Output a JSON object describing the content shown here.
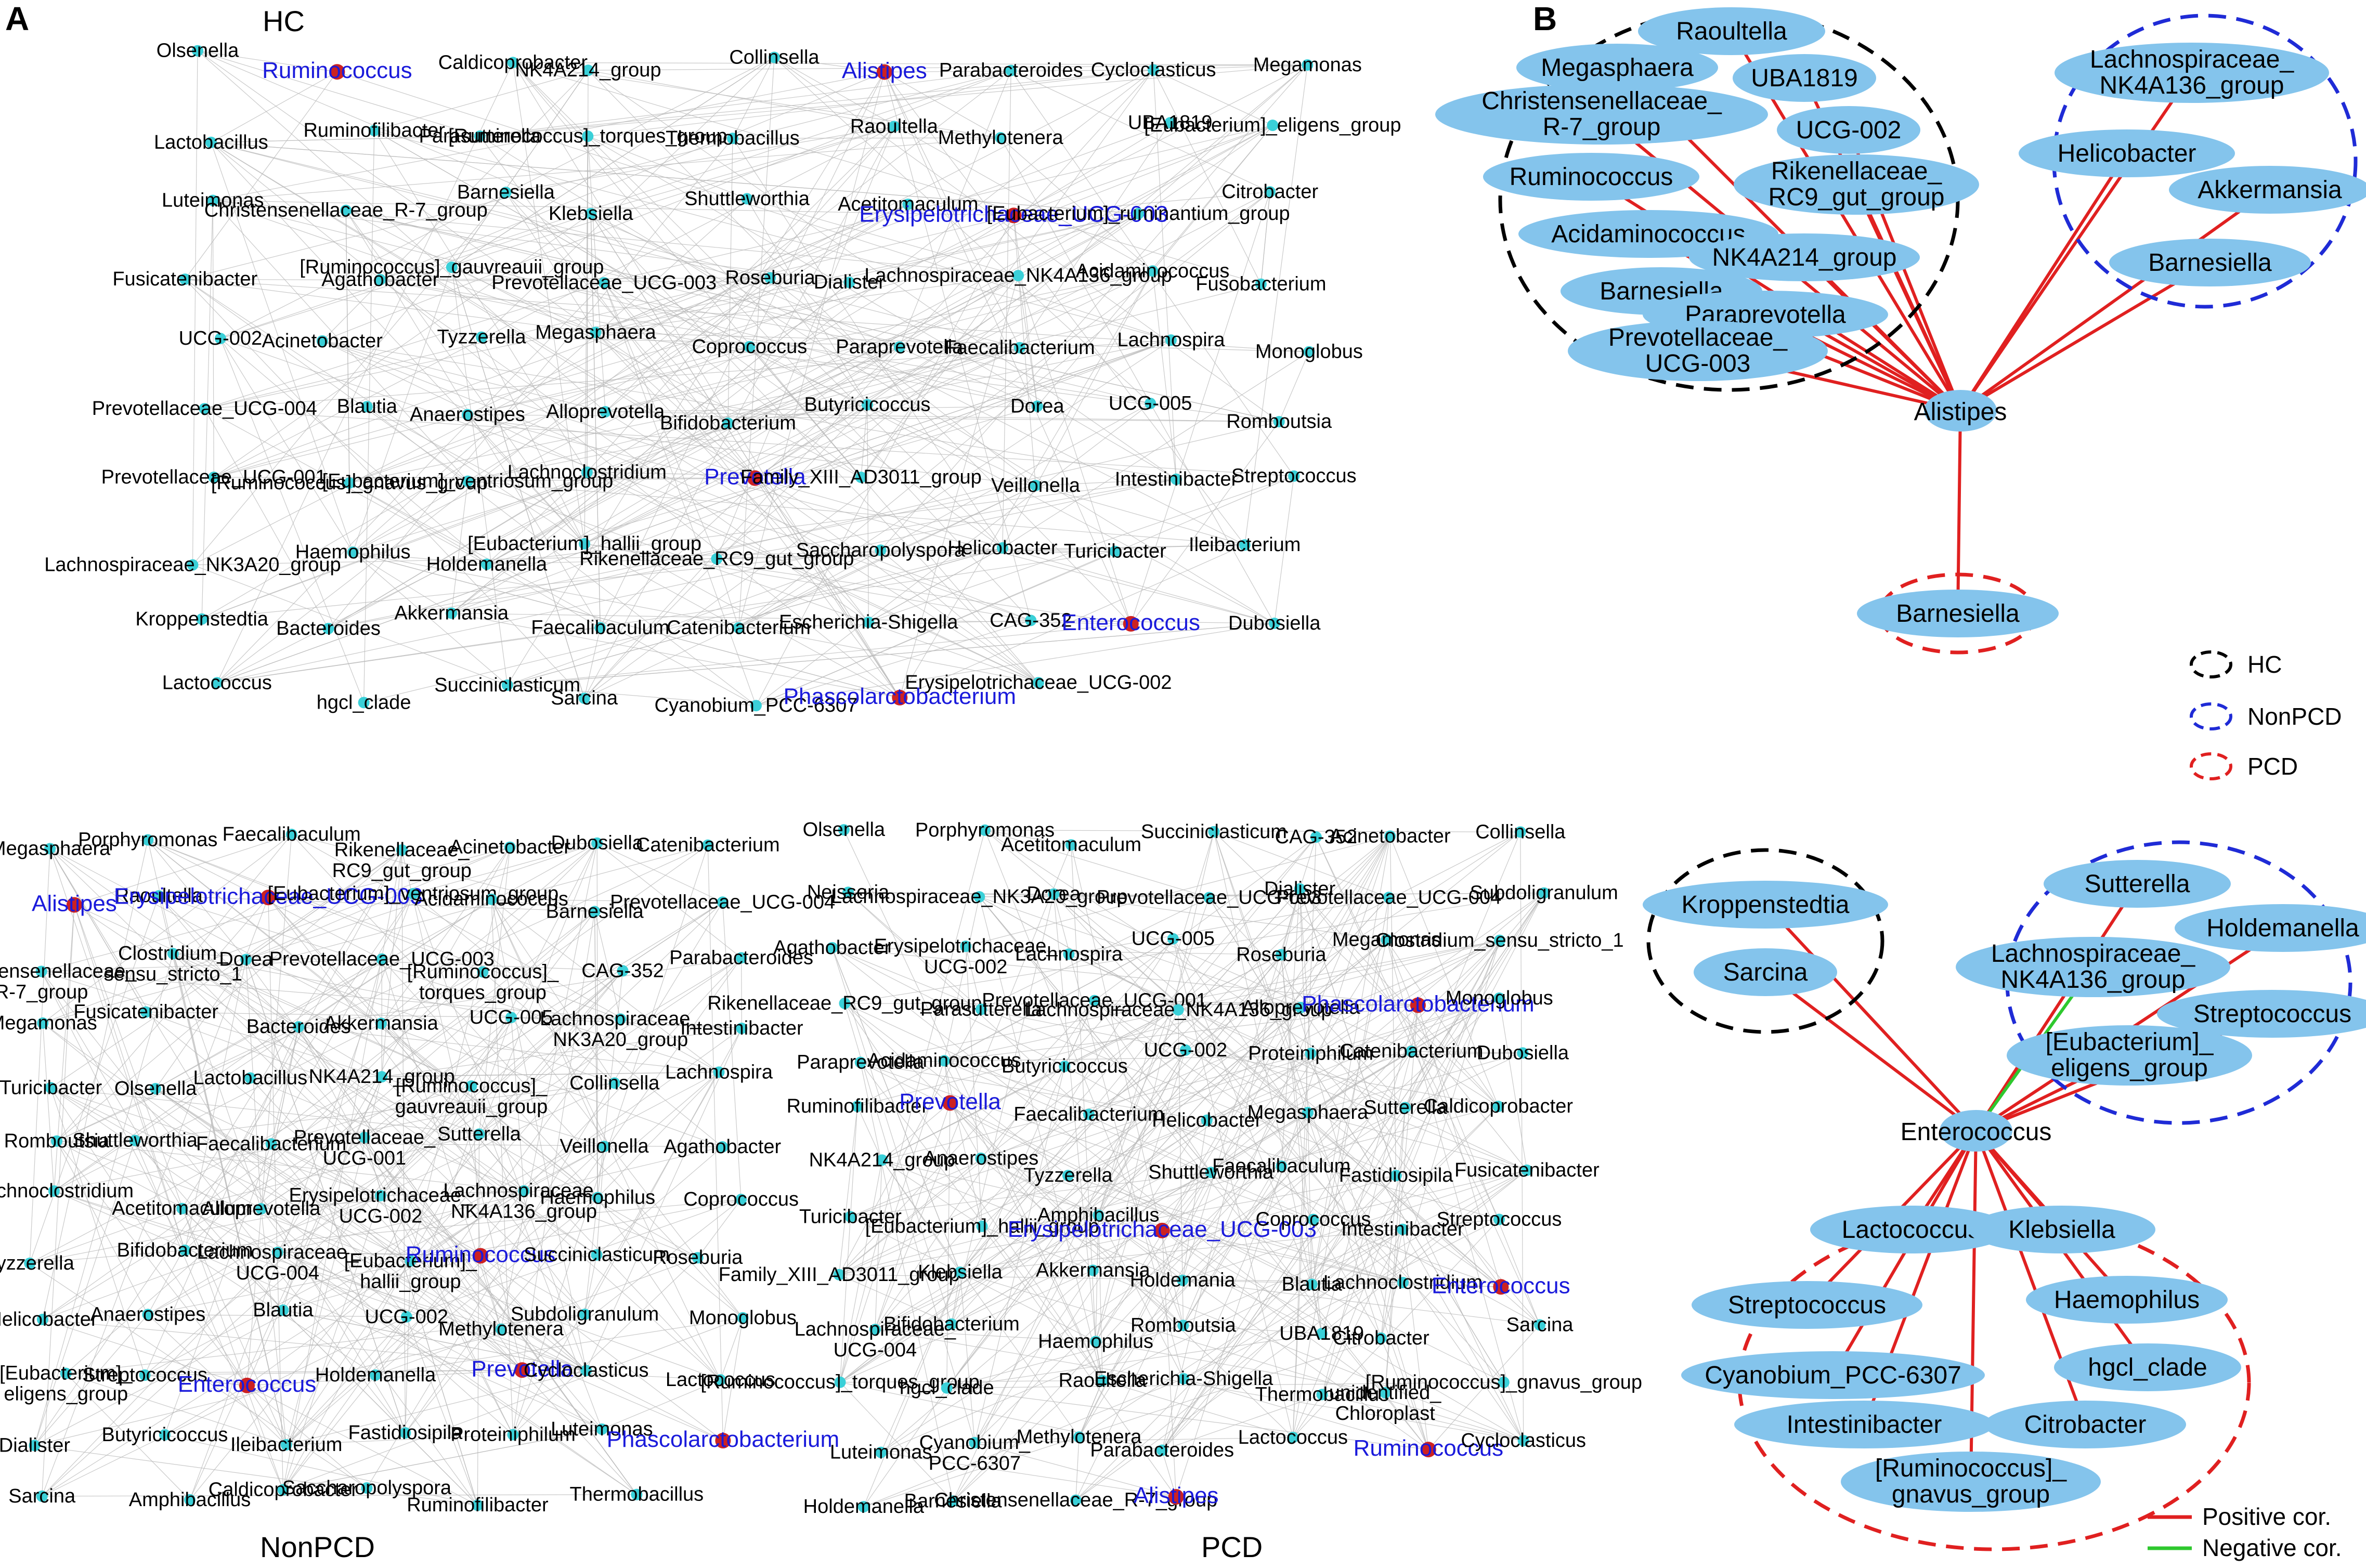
{
  "panels": {
    "A": "A",
    "B": "B"
  },
  "colors": {
    "node": "#3ad0d8",
    "hub_node": "#cc2222",
    "hub_label": "#1a1adb",
    "edge_A": "#b8b8b8",
    "ellipse_fill": "#84c4ec",
    "hc_group": "#000000",
    "nonpcd_group": "#1f2bd6",
    "pcd_group": "#e02020",
    "positive": "#e02020",
    "negative": "#2ec82e"
  },
  "networks": [
    {
      "title": "HC",
      "hubs": [
        "Ruminococcus",
        "Alistipes",
        "Erysipelotrichaceae_UCG-003",
        "Prevotella",
        "Enterococcus",
        "Phascolarctobacterium"
      ],
      "nodes": [
        "Olsenella",
        "Ruminococcus",
        "Caldicoprobacter",
        "NK4A214_group",
        "Collinsella",
        "Alistipes",
        "Parabacteroides",
        "Cycloclasticus",
        "Megamonas",
        "Lactobacillus",
        "Ruminofilibacter",
        "Parasutterella",
        "[Ruminococcus]_torques_group",
        "Thermobacillus",
        "Raoultella",
        "Methylotenera",
        "UBA1819",
        "[Eubacterium]_eligens_group",
        "Luteimonas",
        "Christensenellaceae_R-7_group",
        "Barnesiella",
        "Klebsiella",
        "Shuttleworthia",
        "Acetitomaculum",
        "Erysipelotrichaceae_UCG-003",
        "[Eubacterium]_ruminantium_group",
        "Citrobacter",
        "Fusicatenibacter",
        "Agathobacter",
        "[Ruminococcus]_gauvreauii_group",
        "Prevotellaceae_UCG-003",
        "Roseburia",
        "Dialister",
        "Lachnospiraceae_NK4A136_group",
        "Acidaminococcus",
        "Fusobacterium",
        "UCG-002",
        "Acinetobacter",
        "Tyzzerella",
        "Megasphaera",
        "Coprococcus",
        "Paraprevotella",
        "Faecalibacterium",
        "Lachnospira",
        "Monoglobus",
        "Prevotellaceae_UCG-004",
        "Blautia",
        "Anaerostipes",
        "Alloprevotella",
        "Bifidobacterium",
        "Butyricicoccus",
        "Dorea",
        "UCG-005",
        "Romboutsia",
        "Prevotellaceae_UCG-001",
        "[Ruminococcus]_gnavus_group",
        "[Eubacterium]_ventriosum_group",
        "Lachnoclostridium",
        "Prevotella",
        "Family_XIII_AD3011_group",
        "Veillonella",
        "Intestinibacter",
        "Streptococcus",
        "Lachnospiraceae_NK3A20_group",
        "Haemophilus",
        "Holdemanella",
        "[Eubacterium]_hallii_group",
        "Rikenellaceae_RC9_gut_group",
        "Saccharopolyspora",
        "Helicobacter",
        "Turicibacter",
        "Ileibacterium",
        "Kroppenstedtia",
        "Bacteroides",
        "Akkermansia",
        "Faecalibaculum",
        "Catenibacterium",
        "Escherichia-Shigella",
        "CAG-352",
        "Enterococcus",
        "Dubosiella",
        "Lactococcus",
        "hgcl_clade",
        "Succiniclasticum",
        "Sarcina",
        "Cyanobium_PCC-6307",
        "Phascolarctobacterium",
        "Erysipelotrichaceae_UCG-002"
      ]
    },
    {
      "title": "NonPCD",
      "hubs": [
        "Alistipes",
        "Erysipelotrichaceae_UCG-003",
        "Ruminococcus",
        "Enterococcus",
        "Prevotella",
        "Phascolarctobacterium"
      ],
      "nodes": [
        "Megasphaera",
        "Porphyromonas",
        "Faecalibaculum",
        "Rikenellaceae_ RC9_gut_group",
        "Acinetobacter",
        "Dubosiella",
        "Catenibacterium",
        "Alistipes",
        "Raoultella",
        "Erysipelotrichaceae_UCG-003",
        "[Eubacterium]_ventriosum_group",
        "Acidaminococcus",
        "Barnesiella",
        "Prevotellaceae_UCG-004",
        "Christensenellaceae_ R-7_group",
        "Clostridium_ sensu_stricto_1",
        "Dorea",
        "Prevotellaceae_UCG-003",
        "[Ruminococcus]_ torques_group",
        "CAG-352",
        "Parabacteroides",
        "Megamonas",
        "Fusicatenibacter",
        "Bacteroides",
        "Akkermansia",
        "UCG-005",
        "Lachnospiraceae_ NK3A20_group",
        "Intestinibacter",
        "Turicibacter",
        "Olsenella",
        "Lactobacillus",
        "NK4A214_group",
        "[Ruminococcus]_ gauvreauii_group",
        "Collinsella",
        "Lachnospira",
        "Romboutsia",
        "Shuttleworthia",
        "Faecalibacterium",
        "Prevotellaceae_ UCG-001",
        "Sutterella",
        "Veillonella",
        "Agathobacter",
        "Lachnoclostridium",
        "Acetitomaculum",
        "Alloprevotella",
        "Erysipelotrichaceae_ UCG-002",
        "Lachnospiraceae_ NK4A136_group",
        "Haemophilus",
        "Coprococcus",
        "Tyzzerella",
        "Bifidobacterium",
        "Lachnospiraceae_ UCG-004",
        "[Eubacterium]_ hallii_group",
        "Ruminococcus",
        "Succiniclasticum",
        "Roseburia",
        "Helicobacter",
        "Anaerostipes",
        "Blautia",
        "UCG-002",
        "Methylotenera",
        "Subdoligranulum",
        "Monoglobus",
        "[Eubacterium]_ eligens_group",
        "Streptococcus",
        "Enterococcus",
        "Holdemanella",
        "Prevotella",
        "Cycloclasticus",
        "Lactococcus",
        "Dialister",
        "Butyricicoccus",
        "Ileibacterium",
        "Fastidiosipila",
        "Proteiniphilum",
        "Luteimonas",
        "Phascolarctobacterium",
        "Sarcina",
        "Amphibacillus",
        "Caldicoprobacter",
        "Saccharopolyspora",
        "Ruminofilibacter",
        "Thermobacillus"
      ]
    },
    {
      "title": "PCD",
      "hubs": [
        "Phascolarctobacterium",
        "Prevotella",
        "Erysipelotrichaceae_UCG-003",
        "Enterococcus",
        "Ruminococcus",
        "Alistipes"
      ],
      "nodes": [
        "Olsenella",
        "Porphyromonas",
        "Acetitomaculum",
        "Succiniclasticum",
        "CAG-352",
        "Acinetobacter",
        "Collinsella",
        "Neisseria",
        "Lachnospiraceae_NK3A20_group",
        "Dorea",
        "Prevotellaceae_UCG-003",
        "Dialister",
        "Prevotellaceae_UCG-004",
        "Subdoligranulum",
        "Agathobacter",
        "Erysipelotrichaceae_ UCG-002",
        "Lachnospira",
        "UCG-005",
        "Roseburia",
        "Megamonas",
        "Clostridium_sensu_stricto_1",
        "Rikenellaceae_RC9_gut_group",
        "Parasutterella",
        "Prevotellaceae_UCG-001",
        "Lachnospiraceae_NK4A136_group",
        "Alloprevotella",
        "Phascolarctobacterium",
        "Monoglobus",
        "Paraprevotella",
        "Acidaminococcus",
        "Butyricicoccus",
        "UCG-002",
        "Proteiniphilum",
        "Catenibacterium",
        "Dubosiella",
        "Ruminofilibacter",
        "Prevotella",
        "Faecalibacterium",
        "Helicobacter",
        "Megasphaera",
        "Sutterella",
        "Caldicoprobacter",
        "NK4A214_group",
        "Anaerostipes",
        "Tyzzerella",
        "Shuttleworthia",
        "Faecalibaculum",
        "Fastidiosipila",
        "Fusicatenibacter",
        "Turicibacter",
        "[Eubacterium]_hallii_group",
        "Amphibacillus",
        "Erysipelotrichaceae_UCG-003",
        "Coprococcus",
        "Intestinibacter",
        "Streptococcus",
        "Family_XIII_AD3011_group",
        "Klebsiella",
        "Akkermansia",
        "Holdemania",
        "Blautia",
        "Lachnoclostridium",
        "Enterococcus",
        "Lachnospiraceae_ UCG-004",
        "Bifidobacterium",
        "Haemophilus",
        "Romboutsia",
        "UBA1819",
        "Citrobacter",
        "Sarcina",
        "[Ruminococcus]_torques_group",
        "hgcl_clade",
        "Raoultella",
        "Escherichia-Shigella",
        "Thermobacillus",
        "unidentified_ Chloroplast",
        "[Ruminococcus]_gnavus_group",
        "Luteimonas",
        "Cyanobium_ PCC-6307",
        "Methylotenera",
        "Parabacteroides",
        "Lactococcus",
        "Ruminococcus",
        "Cycloclasticus",
        "Holdemanella",
        "Barnesiella",
        "Christensenellaceae_R-7_group",
        "Alistipes"
      ]
    }
  ],
  "panelB": {
    "legend": {
      "groups": [
        "HC",
        "NonPCD",
        "PCD"
      ],
      "edges": [
        "Positive cor.",
        "Negative cor."
      ]
    },
    "alistipes": {
      "center": "Alistipes",
      "hc": [
        "Raoultella",
        "Megasphaera",
        "UBA1819",
        "Christensenellaceae_ R-7_group",
        "UCG-002",
        "Rikenellaceae_ RC9_gut_group",
        "Ruminococcus",
        "Acidaminococcus",
        "NK4A214_group",
        "Barnesiella",
        "Paraprevotella",
        "Prevotellaceae_ UCG-003"
      ],
      "nonpcd": [
        "Lachnospiraceae_ NK4A136_group",
        "Helicobacter",
        "Akkermansia",
        "Barnesiella"
      ],
      "pcd": [
        "Barnesiella"
      ]
    },
    "enterococcus": {
      "center": "Enterococcus",
      "hc": [
        "Kroppenstedtia",
        "Sarcina"
      ],
      "nonpcd": [
        "Sutterella",
        "Holdemanella",
        "Lachnospiraceae_ NK4A136_group",
        "Streptococcus",
        "[Eubacterium]_ eligens_group"
      ],
      "nonpcd_negative": [
        "Lachnospiraceae_ NK4A136_group"
      ],
      "pcd": [
        "Lactococcus",
        "Klebsiella",
        "Streptococcus",
        "Haemophilus",
        "Cyanobium_PCC-6307",
        "hgcl_clade",
        "Intestinibacter",
        "Citrobacter",
        "[Ruminococcus]_ gnavus_group"
      ]
    }
  }
}
